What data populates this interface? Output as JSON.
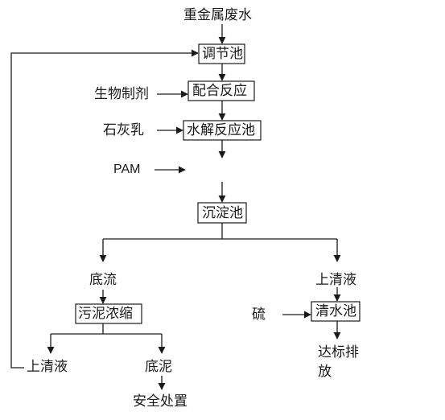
{
  "nodes": {
    "wastewater": "重金属废水",
    "regulating_tank": "调节池",
    "chelating_agent": "生物制剂",
    "complex_reaction": "配合反应",
    "lime_milk": "石灰乳",
    "hydrolysis_tank": "水解反应池",
    "pam": "PAM",
    "sedimentation_tank": "沉淀池",
    "underflow": "底流",
    "supernatant_right": "上清液",
    "sludge_thickening": "污泥浓缩",
    "sulfur": "硫",
    "clear_water_tank": "清水池",
    "discharge": "达标排放",
    "supernatant_left": "上清液",
    "bottom_sludge": "底泥",
    "safe_disposal": "安全处置"
  }
}
